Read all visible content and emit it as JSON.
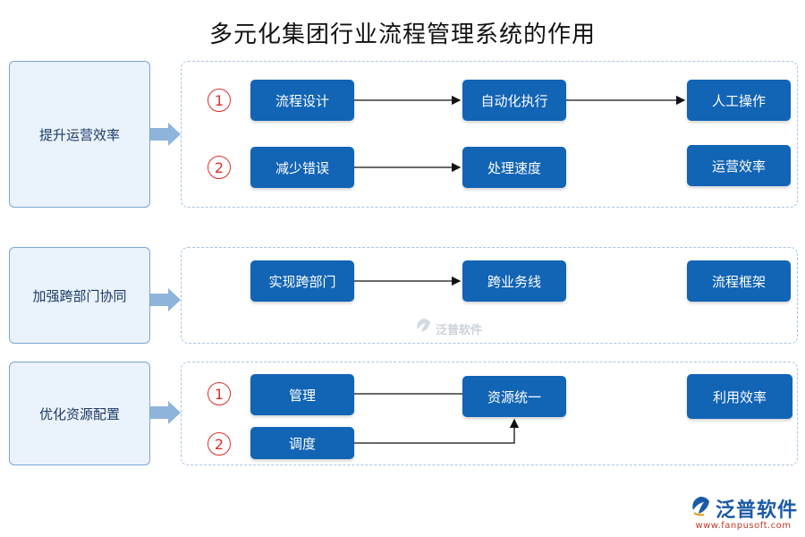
{
  "title": "多元化集团行业流程管理系统的作用",
  "sections": [
    {
      "label": "提升运营效率",
      "numbers": [
        "1",
        "2"
      ],
      "row1": [
        "流程设计",
        "自动化执行",
        "人工操作"
      ],
      "row2": [
        "减少错误",
        "处理速度",
        "运营效率"
      ]
    },
    {
      "label": "加强跨部门协同",
      "row1": [
        "实现跨部门",
        "跨业务线",
        "流程框架"
      ]
    },
    {
      "label": "优化资源配置",
      "numbers": [
        "1",
        "2"
      ],
      "nodes": [
        "管理",
        "调度",
        "资源统一",
        "利用效率"
      ]
    }
  ],
  "watermark": {
    "center_text": "泛普软件",
    "brand_name": "泛普软件",
    "brand_url": "www.fanpusoft.com"
  },
  "colors": {
    "node_fill": "#1264b5",
    "left_box_fill": "#eaf2fb",
    "left_box_border": "#7aa6d4",
    "panel_dash": "#a9c4e2",
    "number_red": "#d9312b",
    "arrow_blue": "#8fb4dc"
  }
}
